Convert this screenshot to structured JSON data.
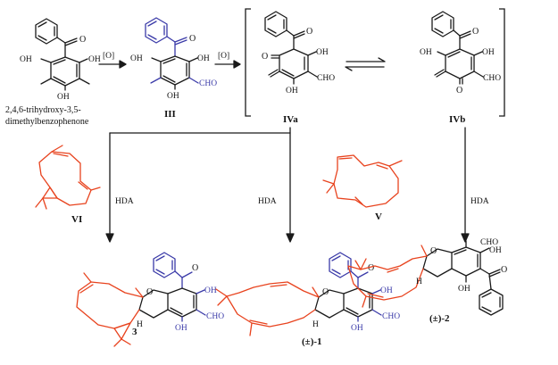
{
  "colors": {
    "ink": "#1a1a1a",
    "blue": "#3a3aa8",
    "red": "#e8431e"
  },
  "reagents": {
    "oxidation": "[O]",
    "hda": "HDA"
  },
  "compounds": {
    "start_name_line1": "2,4,6-trihydroxy-3,5-",
    "start_name_line2": "dimethylbenzophenone",
    "iii": "III",
    "iva": "IVa",
    "ivb": "IVb",
    "v": "V",
    "vi": "VI",
    "p3": "3",
    "p1_prefix": "(±)-",
    "p1_num": "1",
    "p2_prefix": "(±)-",
    "p2_num": "2"
  },
  "atoms": {
    "oh": "OH",
    "o": "O",
    "cho": "CHO",
    "h": "H"
  }
}
